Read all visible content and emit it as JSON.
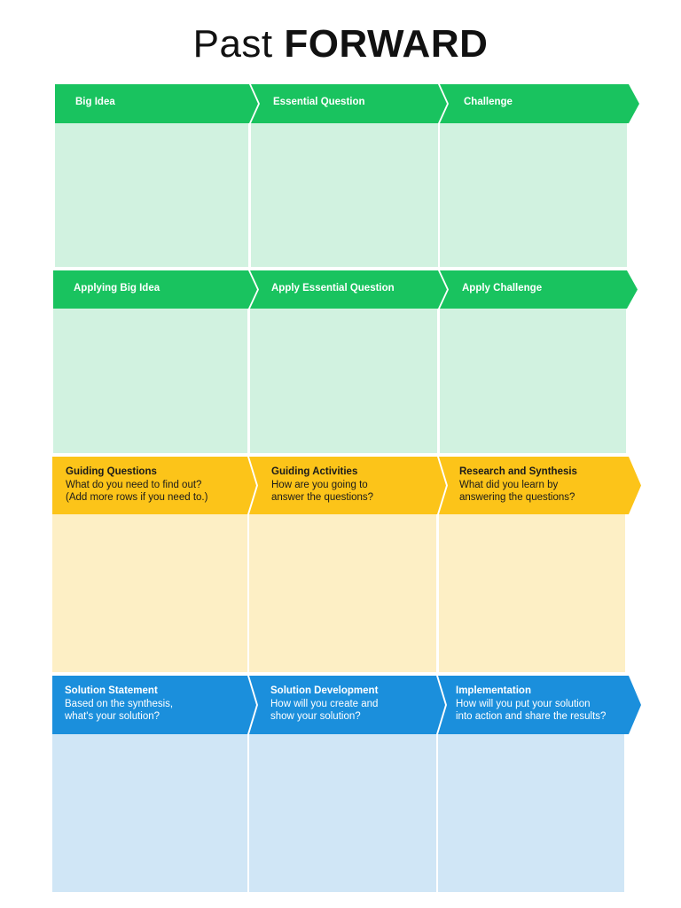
{
  "title": {
    "light": "Past",
    "bold": "FORWARD"
  },
  "colors": {
    "green_header": "#19c35f",
    "green_box": "#d1f2e0",
    "yellow_header": "#fcc419",
    "yellow_box": "#fdefc5",
    "blue_header": "#1b8fdc",
    "blue_box": "#d0e6f6"
  },
  "rows": [
    {
      "color": "green",
      "cells": [
        {
          "label": "Big Idea",
          "desc": ""
        },
        {
          "label": "Essential Question",
          "desc": ""
        },
        {
          "label": "Challenge",
          "desc": ""
        }
      ]
    },
    {
      "color": "green",
      "cells": [
        {
          "label": "Applying Big Idea",
          "desc": ""
        },
        {
          "label": "Apply Essential Question",
          "desc": ""
        },
        {
          "label": "Apply Challenge",
          "desc": ""
        }
      ]
    },
    {
      "color": "yellow",
      "cells": [
        {
          "label": "Guiding Questions",
          "desc": "What do you need to find out?\n(Add more rows if you need to.)"
        },
        {
          "label": "Guiding Activities",
          "desc": "How are you going to\nanswer the questions?"
        },
        {
          "label": "Research and Synthesis",
          "desc": "What did you learn by\nanswering the questions?"
        }
      ]
    },
    {
      "color": "blue",
      "cells": [
        {
          "label": "Solution Statement",
          "desc": "Based on the synthesis,\nwhat's your solution?"
        },
        {
          "label": "Solution Development",
          "desc": "How will you create and\nshow your solution?"
        },
        {
          "label": "Implementation",
          "desc": "How will you put your solution\ninto action and share the results?"
        }
      ]
    }
  ]
}
